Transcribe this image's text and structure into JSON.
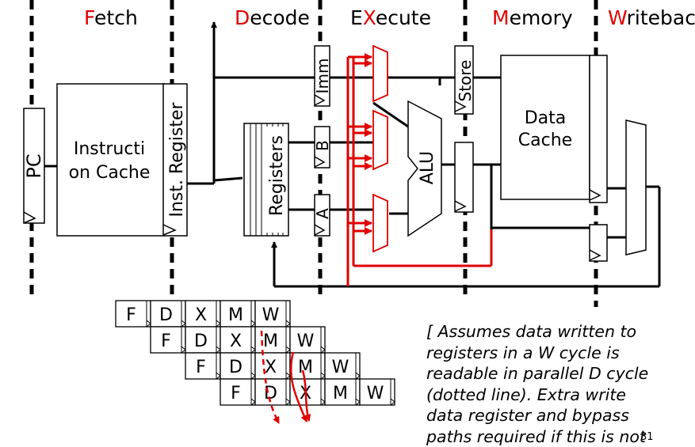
{
  "stages": [
    {
      "initial": "F",
      "rest": "etch"
    },
    {
      "initial": "D",
      "rest": "ecode"
    },
    {
      "initial": "X",
      "prefix": "E",
      "rest": "ecute"
    },
    {
      "initial": "M",
      "rest": "emory"
    },
    {
      "initial": "W",
      "rest": "riteback"
    }
  ],
  "blocks": {
    "pc": "PC",
    "icache_line1": "Instructi",
    "icache_line2": "on Cache",
    "inst_register": "Inst. Register",
    "registers": "Registers",
    "imm": "Imm",
    "b": "B",
    "a": "A",
    "alu": "ALU",
    "store": "Store",
    "dcache_line1": "Data",
    "dcache_line2": "Cache"
  },
  "pipeline_rows": [
    [
      "F",
      "D",
      "X",
      "M",
      "W"
    ],
    [
      "F",
      "D",
      "X",
      "M",
      "W"
    ],
    [
      "F",
      "D",
      "X",
      "M",
      "W"
    ],
    [
      "F",
      "D",
      "X",
      "M",
      "W"
    ]
  ],
  "note_lines": [
    "[ Assumes data written to",
    "registers in a W cycle is",
    "readable in parallel D cycle",
    "(dotted line). Extra write",
    "data register and bypass",
    "paths required if this is not"
  ],
  "slide_number": "31",
  "colors": {
    "accent": "#e00000",
    "ink": "#000000"
  }
}
